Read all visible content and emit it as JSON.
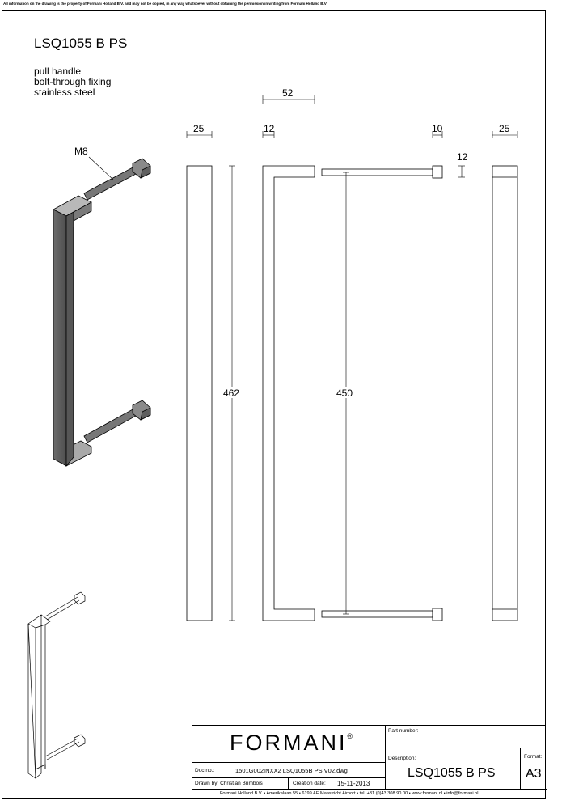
{
  "header": {
    "disclaimer": "All information on the drawing is the property of Formani Holland B.V. and may not be copied, in any way whatsoever without obtaining the permission in writing from Formani Holland B.V"
  },
  "product": {
    "title": "LSQ1055 B PS",
    "description": [
      "pull handle",
      "bolt-through fixing",
      "stainless steel"
    ]
  },
  "annotations": {
    "thread": "M8"
  },
  "dimensions": {
    "width_front": "25",
    "projection": "52",
    "bar_thickness": "12",
    "bolt_width": "10",
    "bolt_height": "12",
    "width_side": "25",
    "overall_length": "462",
    "center_distance": "450"
  },
  "title_block": {
    "brand": "FORMANI",
    "registered": "®",
    "part_number_label": "Part number:",
    "description_label": "Description:",
    "description_value": "LSQ1055 B PS",
    "format_label": "Format:",
    "format_value": "A3",
    "doc_no_label": "Doc no.:",
    "doc_no_value": "1501G002INXX2 LSQ1055B PS V02.dwg",
    "drawn_by": "Drawn by: Christian Brimbois",
    "creation_date_label": "Creation date:",
    "creation_date_value": "15-11-2013",
    "footer": "Formani Holland B.V. • Amerikalaan 55 • 6199 AE Maastricht Airport • tel: +31 (0)43 308 90 00 • www.formani.nl • info@formani.nl"
  }
}
